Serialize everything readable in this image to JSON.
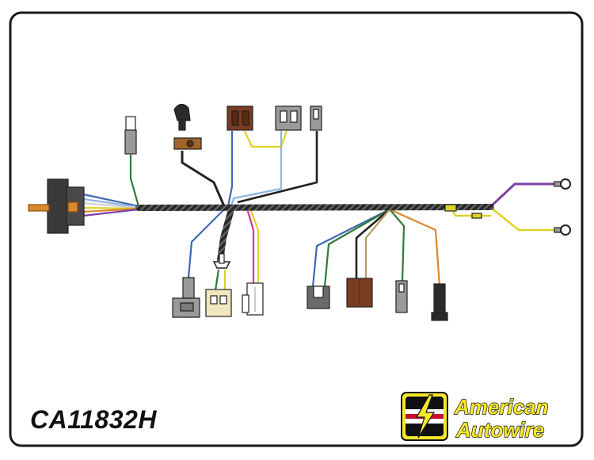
{
  "part_number": "CA11832H",
  "brand": {
    "line1": "American",
    "line2": "Autowire"
  },
  "colors": {
    "frame": "#1a1a1a",
    "harness": "#2a2a2a",
    "brand_yellow": "#f7e82a",
    "wire_blue": "#3d68b3",
    "wire_lightblue": "#8fb6e0",
    "wire_green": "#2f7a3a",
    "wire_yellow": "#e0d126",
    "wire_orange": "#d9892a",
    "wire_purple": "#7b3fa8",
    "wire_pink": "#d03a8f",
    "wire_tan": "#b59a6a",
    "connector_gray": "#9a9a9a",
    "connector_brown": "#7a3d20",
    "connector_tan": "#f2e6bf",
    "connector_black": "#2b2b2b"
  }
}
